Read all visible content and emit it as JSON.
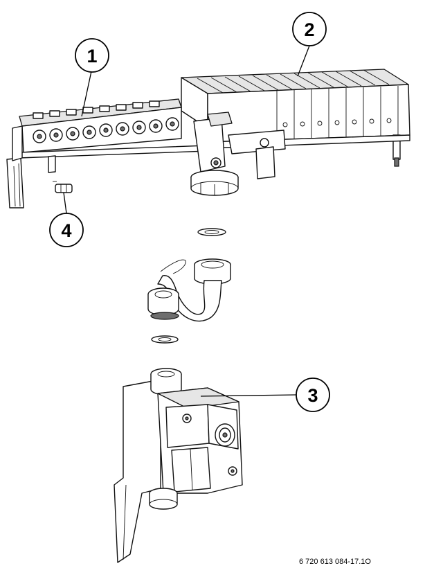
{
  "callouts": [
    {
      "id": "1",
      "label": "1"
    },
    {
      "id": "2",
      "label": "2"
    },
    {
      "id": "3",
      "label": "3"
    },
    {
      "id": "4",
      "label": "4"
    }
  ],
  "figure_code": "6 720 613 084-17.1O",
  "colors": {
    "line": "#000000",
    "background": "#ffffff",
    "shade": "#e6e6e6"
  }
}
